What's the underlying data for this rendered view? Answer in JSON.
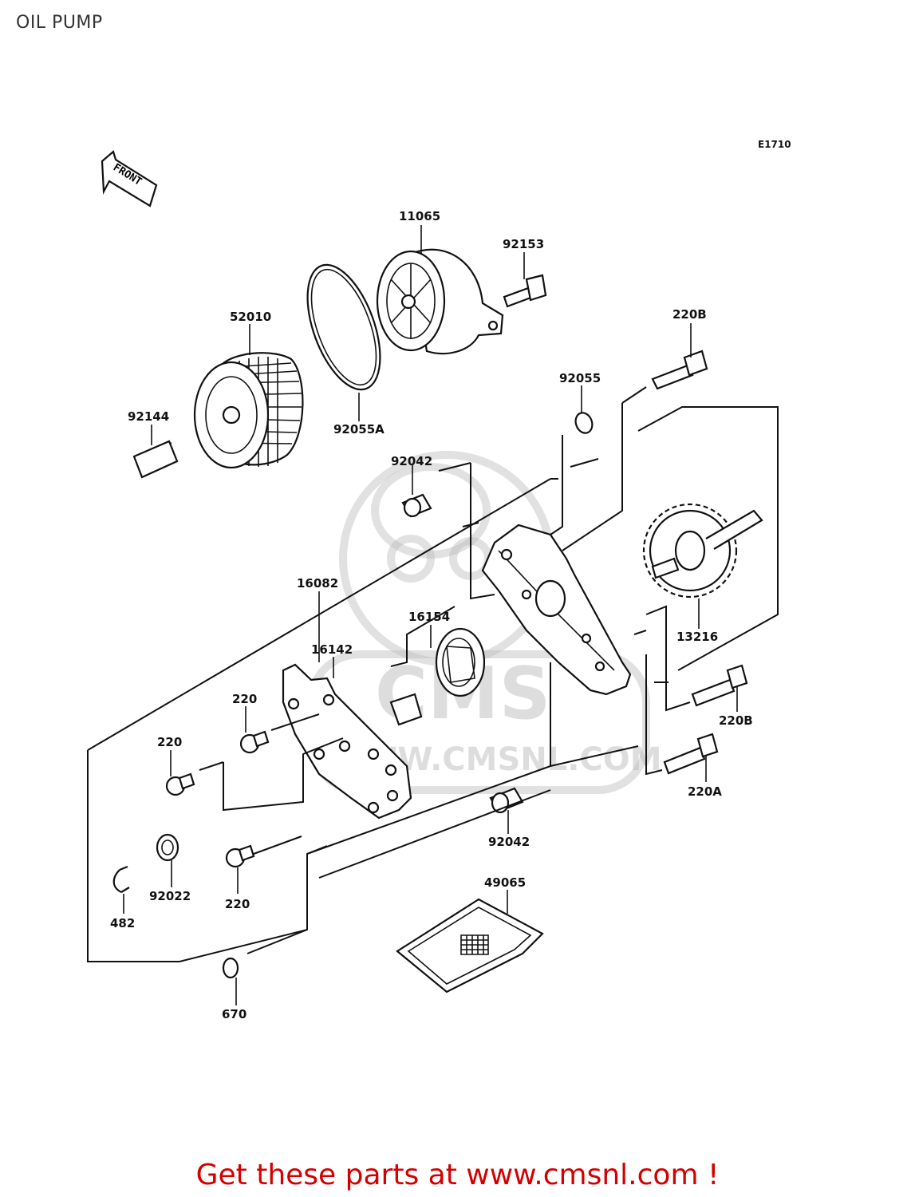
{
  "page": {
    "title": "OIL PUMP",
    "diagram_code": "E1710",
    "front_label": "FRONT"
  },
  "parts": {
    "p11065": "11065",
    "p92153": "92153",
    "p52010": "52010",
    "p220B_top": "220B",
    "p92055": "92055",
    "p92144": "92144",
    "p92055A": "92055A",
    "p92042_top": "92042",
    "p16082": "16082",
    "p16154": "16154",
    "p13216": "13216",
    "p16142": "16142",
    "p220_a": "220",
    "p220B_right": "220B",
    "p220_b": "220",
    "p220A": "220A",
    "p92042_bottom": "92042",
    "p92022": "92022",
    "p220_c": "220",
    "p482": "482",
    "p49065": "49065",
    "p670": "670"
  },
  "watermark": {
    "brand": "CMS",
    "url": "WWW.CMSNL.COM"
  },
  "footer": {
    "cta": "Get these parts at www.cmsnl.com !"
  }
}
